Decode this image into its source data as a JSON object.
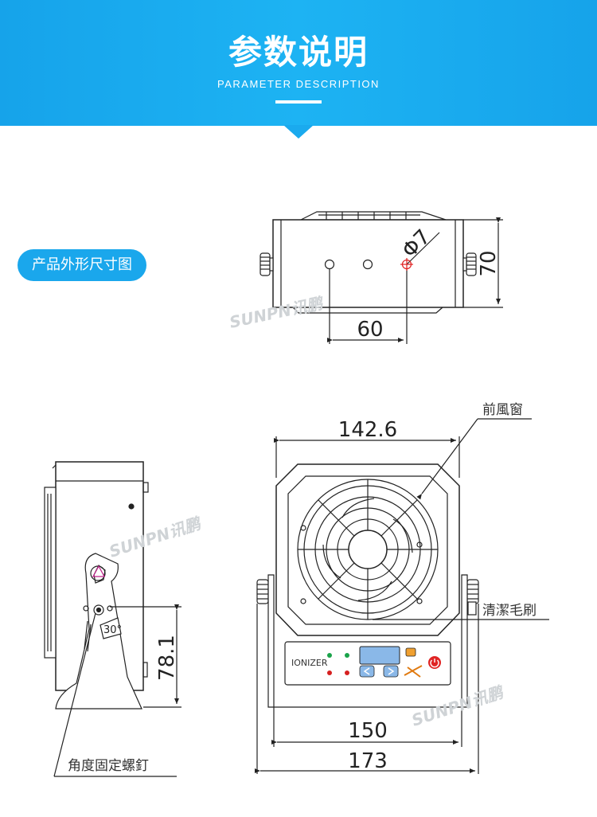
{
  "header": {
    "title": "参数说明",
    "subtitle": "PARAMETER DESCRIPTION"
  },
  "section": {
    "label": "产品外形尺寸图"
  },
  "top_view": {
    "dim_width": "60",
    "dim_height": "70",
    "dim_hole": "Φ7"
  },
  "front_view": {
    "dim_top": "142.6",
    "dim_inner": "150",
    "dim_outer": "173",
    "label_front_window": "前風窗",
    "label_brush": "清潔毛刷",
    "panel_text": "IONIZER"
  },
  "side_view": {
    "dim_height": "78.1",
    "dim_angle": "30°",
    "label_screw": "角度固定螺釘"
  },
  "watermark": "SUNPN讯鹏",
  "colors": {
    "header_blue": "#1aa7ec",
    "line": "#222222",
    "hole_red": "#e02020",
    "led_green": "#1aa34a",
    "led_red": "#d62020",
    "screen_blue": "#8ab8e8",
    "power_red": "#e02424",
    "tab_orange": "#f0a030"
  }
}
